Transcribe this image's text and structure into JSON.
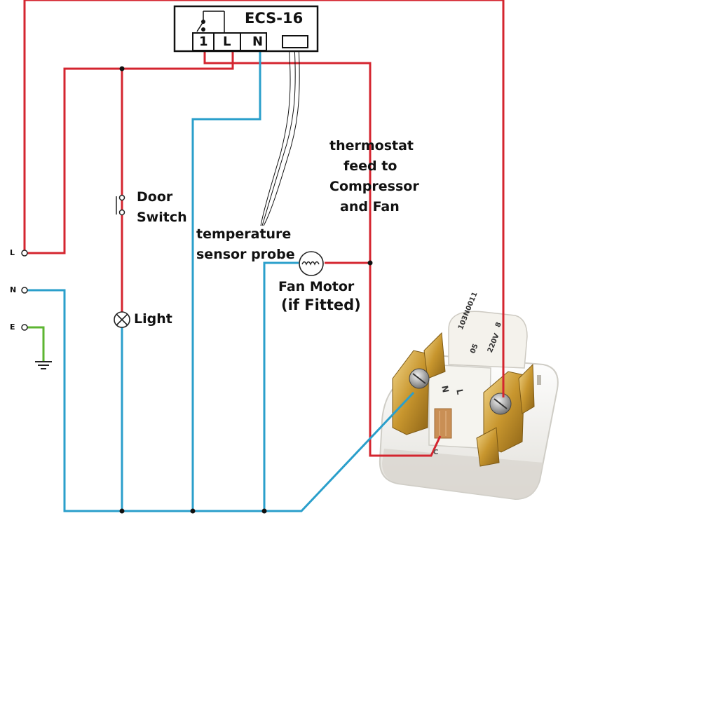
{
  "controller": {
    "model": "ECS-16",
    "terminals": [
      "1",
      "L",
      "N"
    ]
  },
  "terminals": {
    "live": "L",
    "neutral": "N",
    "earth": "E"
  },
  "labels": {
    "door_switch_line1": "Door",
    "door_switch_line2": "Switch",
    "light": "Light",
    "sensor_line1": "temperature",
    "sensor_line2": "sensor probe",
    "thermostat_line1": "thermostat",
    "thermostat_line2": "feed to",
    "thermostat_line3": "Compressor",
    "thermostat_line4": "and Fan",
    "fan_line1": "Fan Motor",
    "fan_line2": "(if Fitted)"
  },
  "relay_markings": {
    "line1": "103N0011",
    "line2": "05",
    "line3": "220V",
    "line4": "8"
  },
  "relay_terminals": {
    "left": "N",
    "right": "L",
    "bottom": "C"
  },
  "colors": {
    "live": "#d4252f",
    "neutral": "#2a9fcb",
    "earth": "#5cb531",
    "wire_black": "#111111"
  }
}
